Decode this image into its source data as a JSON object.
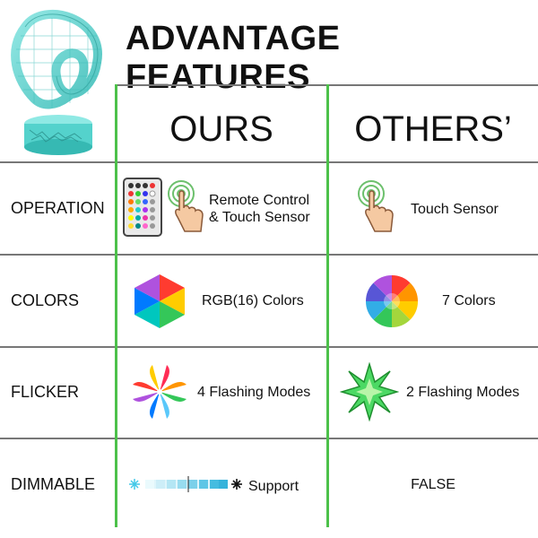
{
  "title": "ADVANTAGE FEATURES",
  "columns": {
    "ours": "OURS",
    "others": "OTHERS’"
  },
  "rows": [
    {
      "label": "OPERATION",
      "ours": "Remote Control\n& Touch Sensor",
      "ours_line1": "Remote Control",
      "ours_line2": "& Touch Sensor",
      "others": "Touch Sensor",
      "ours_icon": "remote-control-icon",
      "others_icon": "touch-hand-icon"
    },
    {
      "label": "COLORS",
      "ours": "RGB(16) Colors",
      "others": "7 Colors",
      "ours_icon": "rgb-hexagon-icon",
      "others_icon": "color-wheel-icon"
    },
    {
      "label": "FLICKER",
      "ours": "4 Flashing Modes",
      "others": "2 Flashing Modes",
      "ours_icon": "colorful-star-burst-icon",
      "others_icon": "green-star-icon"
    },
    {
      "label": "DIMMABLE",
      "ours": "Support",
      "others": "FALSE",
      "ours_icon": "dimmer-slider-icon"
    }
  ],
  "colors": {
    "grid_green": "#4cc14a",
    "grid_gray": "#777777",
    "lamp_cyan": "#53d6d0"
  }
}
